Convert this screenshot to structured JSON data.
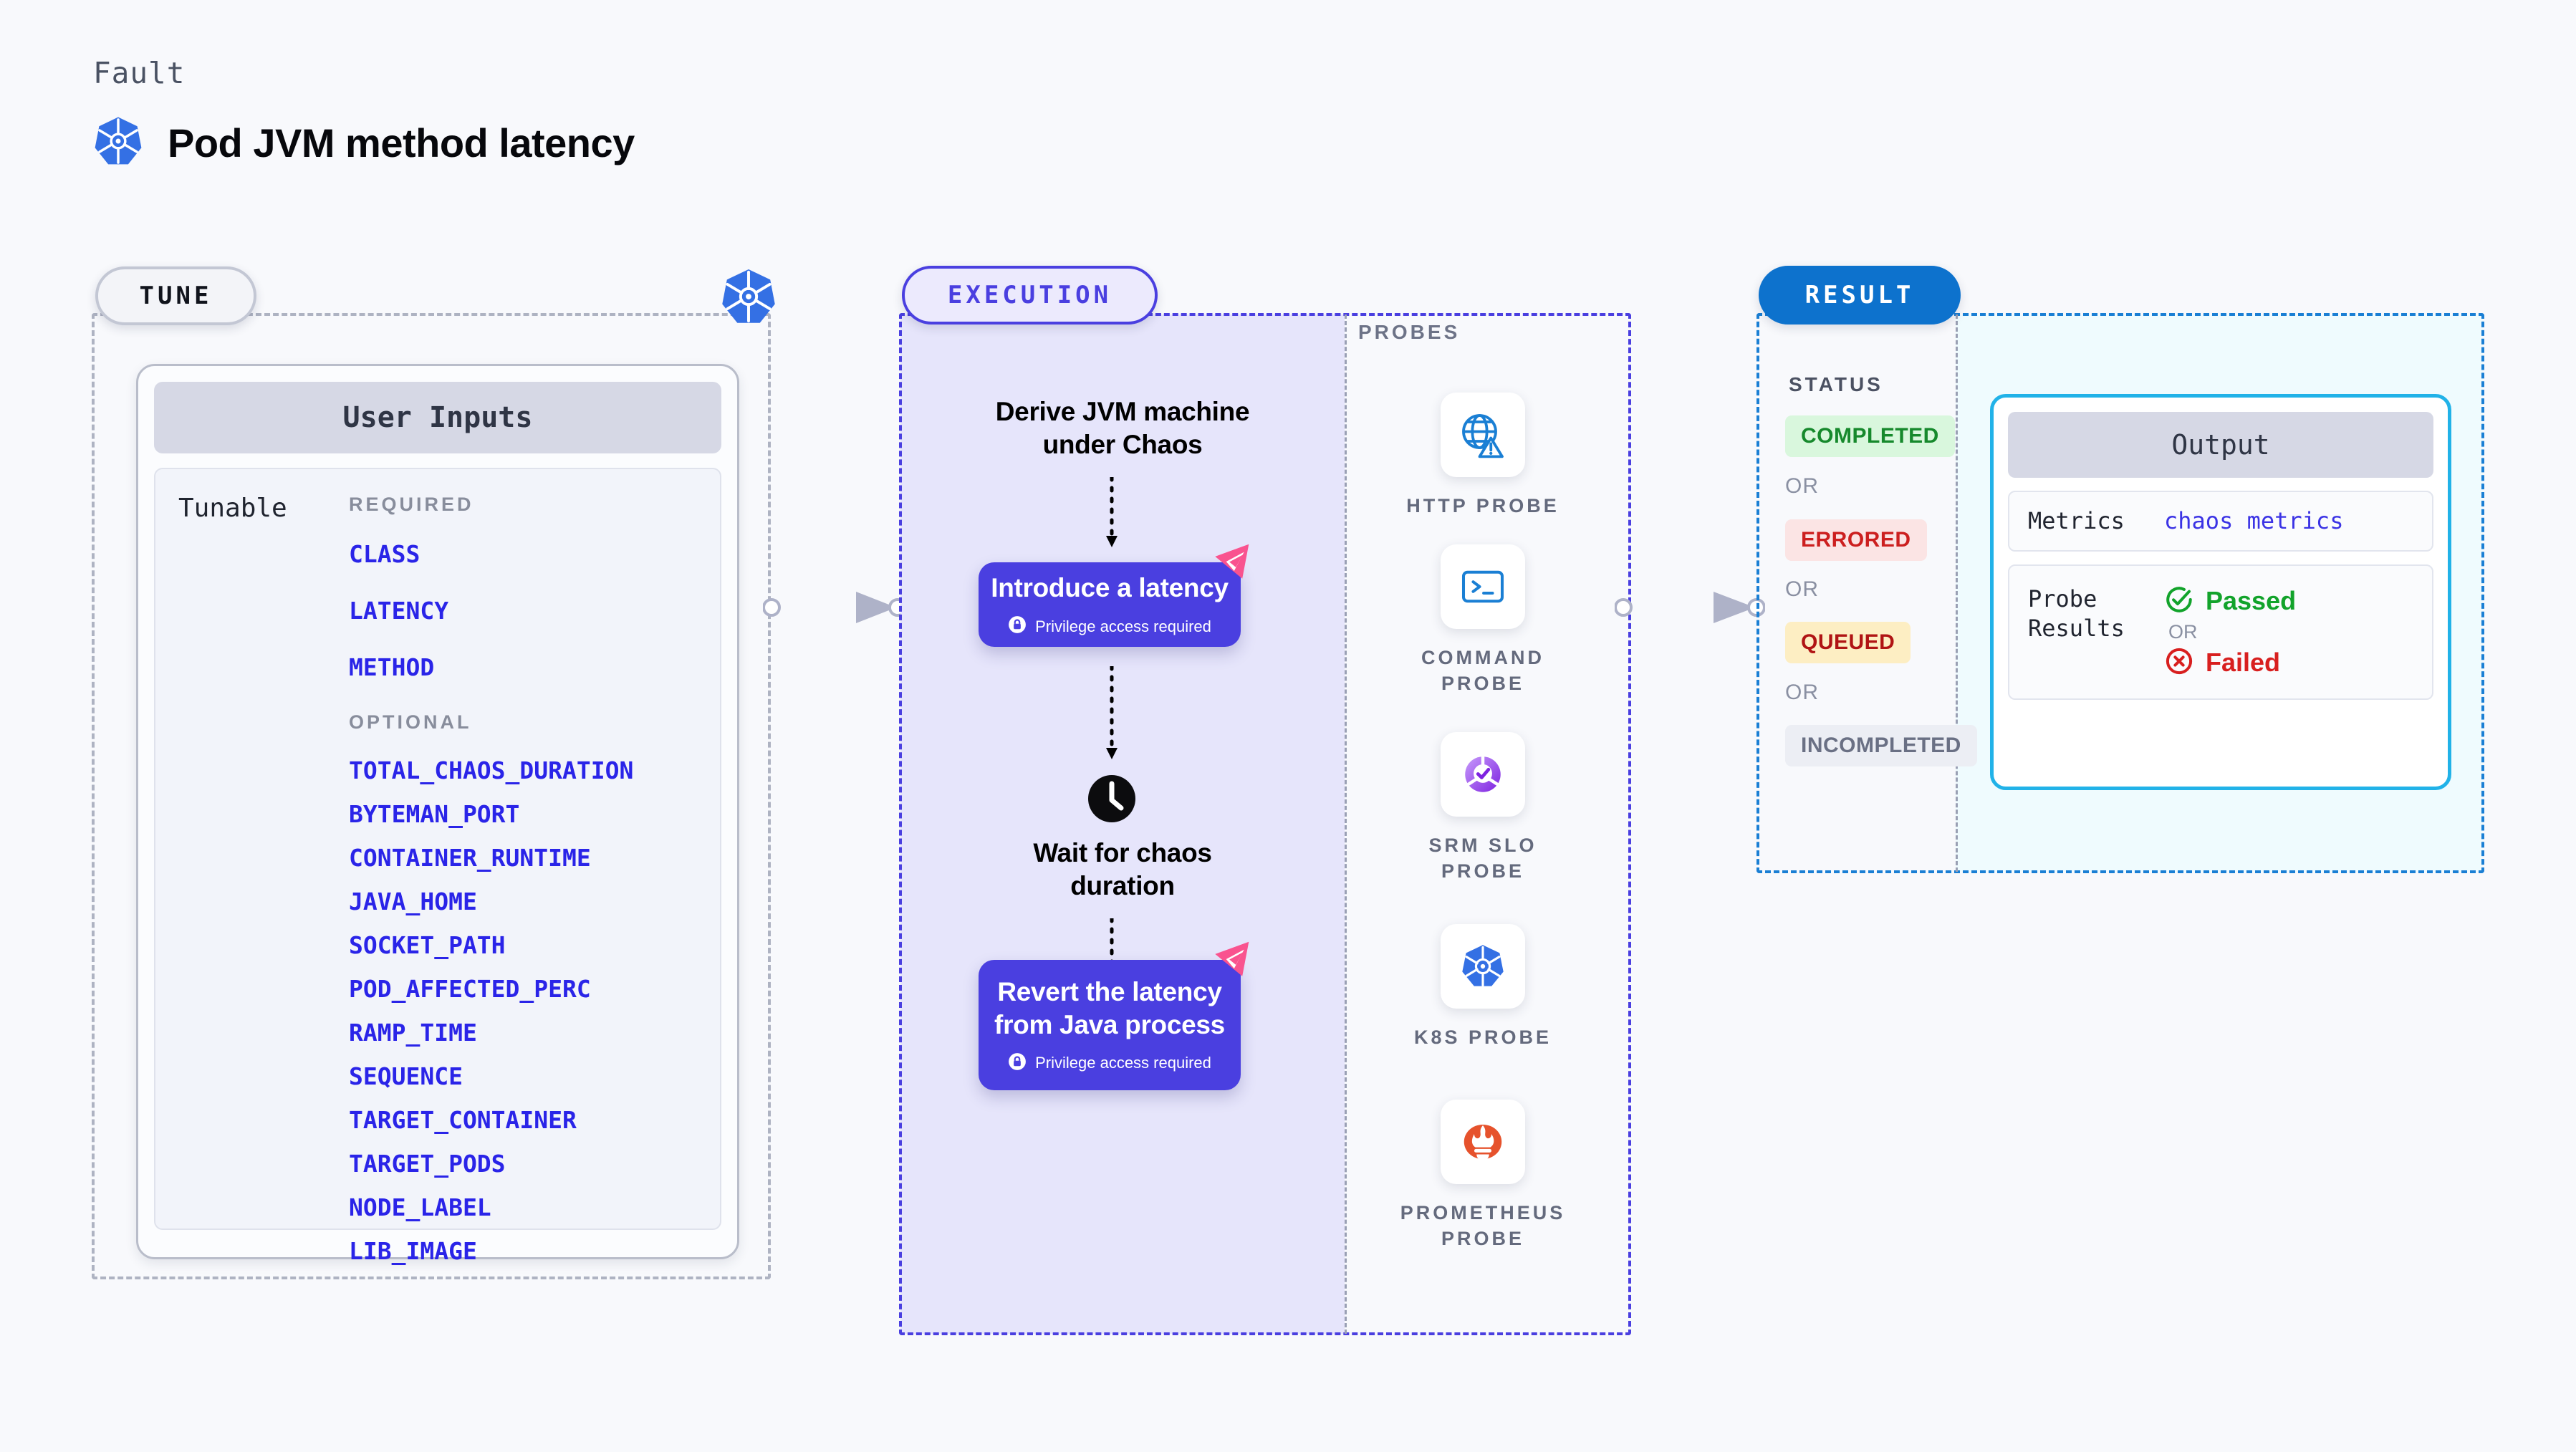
{
  "header": {
    "kicker": "Fault",
    "title": "Pod JVM method latency",
    "icon": "kubernetes-icon"
  },
  "tune": {
    "badge": "TUNE",
    "border_icon": "kubernetes-icon",
    "card": {
      "title": "User Inputs",
      "row_label": "Tunable",
      "required_label": "REQUIRED",
      "required": [
        "CLASS",
        "LATENCY",
        "METHOD"
      ],
      "optional_label": "OPTIONAL",
      "optional": [
        "TOTAL_CHAOS_DURATION",
        "BYTEMAN_PORT",
        "CONTAINER_RUNTIME",
        "JAVA_HOME",
        "SOCKET_PATH",
        "POD_AFFECTED_PERC",
        "RAMP_TIME",
        "SEQUENCE",
        "TARGET_CONTAINER",
        "TARGET_PODS",
        "NODE_LABEL",
        "LIB_IMAGE"
      ]
    }
  },
  "execution": {
    "badge": "EXECUTION",
    "step1_text": "Derive JVM machine\nunder Chaos",
    "card1": {
      "title": "Introduce a latency",
      "privilege": "Privilege access required",
      "badge_icon": "litmus-flag-icon",
      "lock_icon": "lock-icon"
    },
    "wait": {
      "icon": "clock-icon",
      "text": "Wait for chaos\nduration"
    },
    "card2": {
      "title": "Revert the latency\nfrom Java process",
      "privilege": "Privilege access required",
      "badge_icon": "litmus-flag-icon",
      "lock_icon": "lock-icon"
    }
  },
  "probes": {
    "label": "PROBES",
    "items": [
      {
        "name": "HTTP  PROBE",
        "icon": "globe-warning-icon"
      },
      {
        "name": "COMMAND\nPROBE",
        "icon": "terminal-icon"
      },
      {
        "name": "SRM  SLO\nPROBE",
        "icon": "slo-donut-check-icon"
      },
      {
        "name": "K8S  PROBE",
        "icon": "kubernetes-icon"
      },
      {
        "name": "PROMETHEUS\nPROBE",
        "icon": "prometheus-flame-icon"
      }
    ]
  },
  "result": {
    "badge": "RESULT",
    "status_label": "STATUS",
    "or_label": "OR",
    "statuses": [
      {
        "label": "COMPLETED",
        "color": "#16892c",
        "bg": "#d9f7dd"
      },
      {
        "label": "ERRORED",
        "color": "#cc1f1f",
        "bg": "#fbe4e4"
      },
      {
        "label": "QUEUED",
        "color": "#b01414",
        "bg": "#fdeec3"
      },
      {
        "label": "INCOMPLETED",
        "color": "#6a7084",
        "bg": "#eceef4"
      }
    ],
    "output": {
      "title": "Output",
      "metrics_key": "Metrics",
      "metrics_value": "chaos metrics",
      "probe_results_key": "Probe\nResults",
      "passed": "Passed",
      "passed_icon": "circle-check-icon",
      "or_label": "OR",
      "failed": "Failed",
      "failed_icon": "circle-x-icon"
    }
  },
  "connectors": [
    {
      "name": "tune-to-execution-arrow"
    },
    {
      "name": "execution-to-result-arrow"
    }
  ],
  "colors": {
    "indigo": "#4a3fe0",
    "param_blue": "#2a24e8",
    "result_blue": "#0d72cd",
    "cyan": "#21b2e8",
    "pink": "#f9538f",
    "k8s_blue": "#3470e4",
    "prometheus_orange": "#e6522c"
  }
}
